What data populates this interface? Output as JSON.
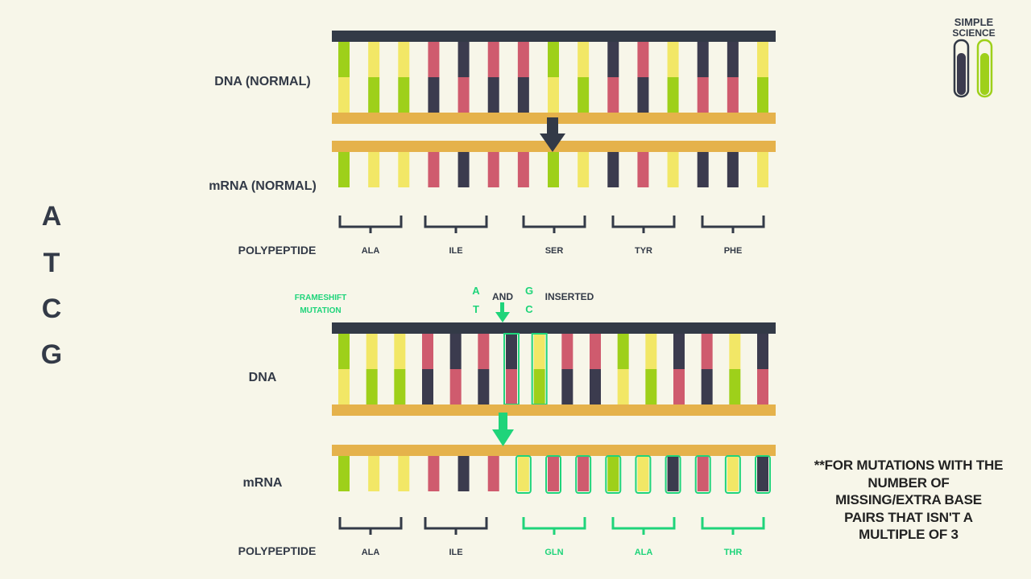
{
  "colors": {
    "background": "#f7f6e9",
    "backbone": "#333a47",
    "ribose": "#e5b24b",
    "A": "#cf5b6e",
    "T": "#3b3b4e",
    "C": "#f2e766",
    "G": "#9ed01a",
    "highlight": "#1fd47a",
    "label": "#333a47"
  },
  "legend": {
    "letters": [
      "A",
      "T",
      "C",
      "G"
    ]
  },
  "logo": {
    "line1": "SIMPLE",
    "line2": "SCIENCE"
  },
  "normal": {
    "dna_label": "DNA (NORMAL)",
    "mrna_label": "mRNA (NORMAL)",
    "polypeptide_label": "POLYPEPTIDE",
    "top_strand": [
      "G",
      "C",
      "C",
      "A",
      "T",
      "A",
      "A",
      "G",
      "C",
      "T",
      "A",
      "C",
      "T",
      "T",
      "C"
    ],
    "mrna": [
      "G",
      "C",
      "C",
      "A",
      "T",
      "A",
      "A",
      "G",
      "C",
      "T",
      "A",
      "C",
      "T",
      "T",
      "C"
    ],
    "codons": [
      "ALA",
      "ILE",
      "SER",
      "TYR",
      "PHE"
    ]
  },
  "mutation": {
    "frameshift_label_1": "FRAMESHIFT",
    "frameshift_label_2": "MUTATION",
    "insert_base_1_top": "A",
    "insert_base_1_bottom": "T",
    "and_word": "AND",
    "insert_base_2_top": "G",
    "insert_base_2_bottom": "C",
    "inserted_word": "INSERTED",
    "dna_label": "DNA",
    "mrna_label": "mRNA",
    "polypeptide_label": "POLYPEPTIDE",
    "top_strand": [
      "G",
      "C",
      "C",
      "A",
      "T",
      "A",
      "T",
      "C",
      "A",
      "A",
      "G",
      "C",
      "T",
      "A",
      "C",
      "T"
    ],
    "mrna": [
      "G",
      "C",
      "C",
      "A",
      "T",
      "A",
      "C",
      "A",
      "A",
      "G",
      "C",
      "T",
      "A",
      "C",
      "T"
    ],
    "codons": [
      "ALA",
      "ILE",
      "GLN",
      "ALA",
      "THR"
    ],
    "highlight_codons": [
      false,
      false,
      true,
      true,
      true
    ]
  },
  "footnote": "**FOR MUTATIONS WITH THE NUMBER OF MISSING/EXTRA BASE PAIRS THAT ISN'T A MULTIPLE OF 3"
}
